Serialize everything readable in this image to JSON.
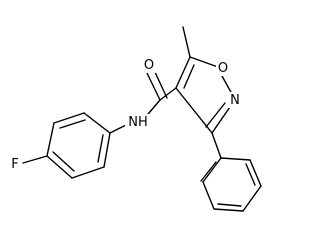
{
  "labels": {
    "fluorine": "F",
    "carbonyl_oxygen": "O",
    "ring_oxygen": "O",
    "ring_nitrogen": "N",
    "amide_nh": "NH"
  },
  "colors": {
    "bond": "#000000",
    "label": "#000000",
    "background": "#ffffff"
  }
}
